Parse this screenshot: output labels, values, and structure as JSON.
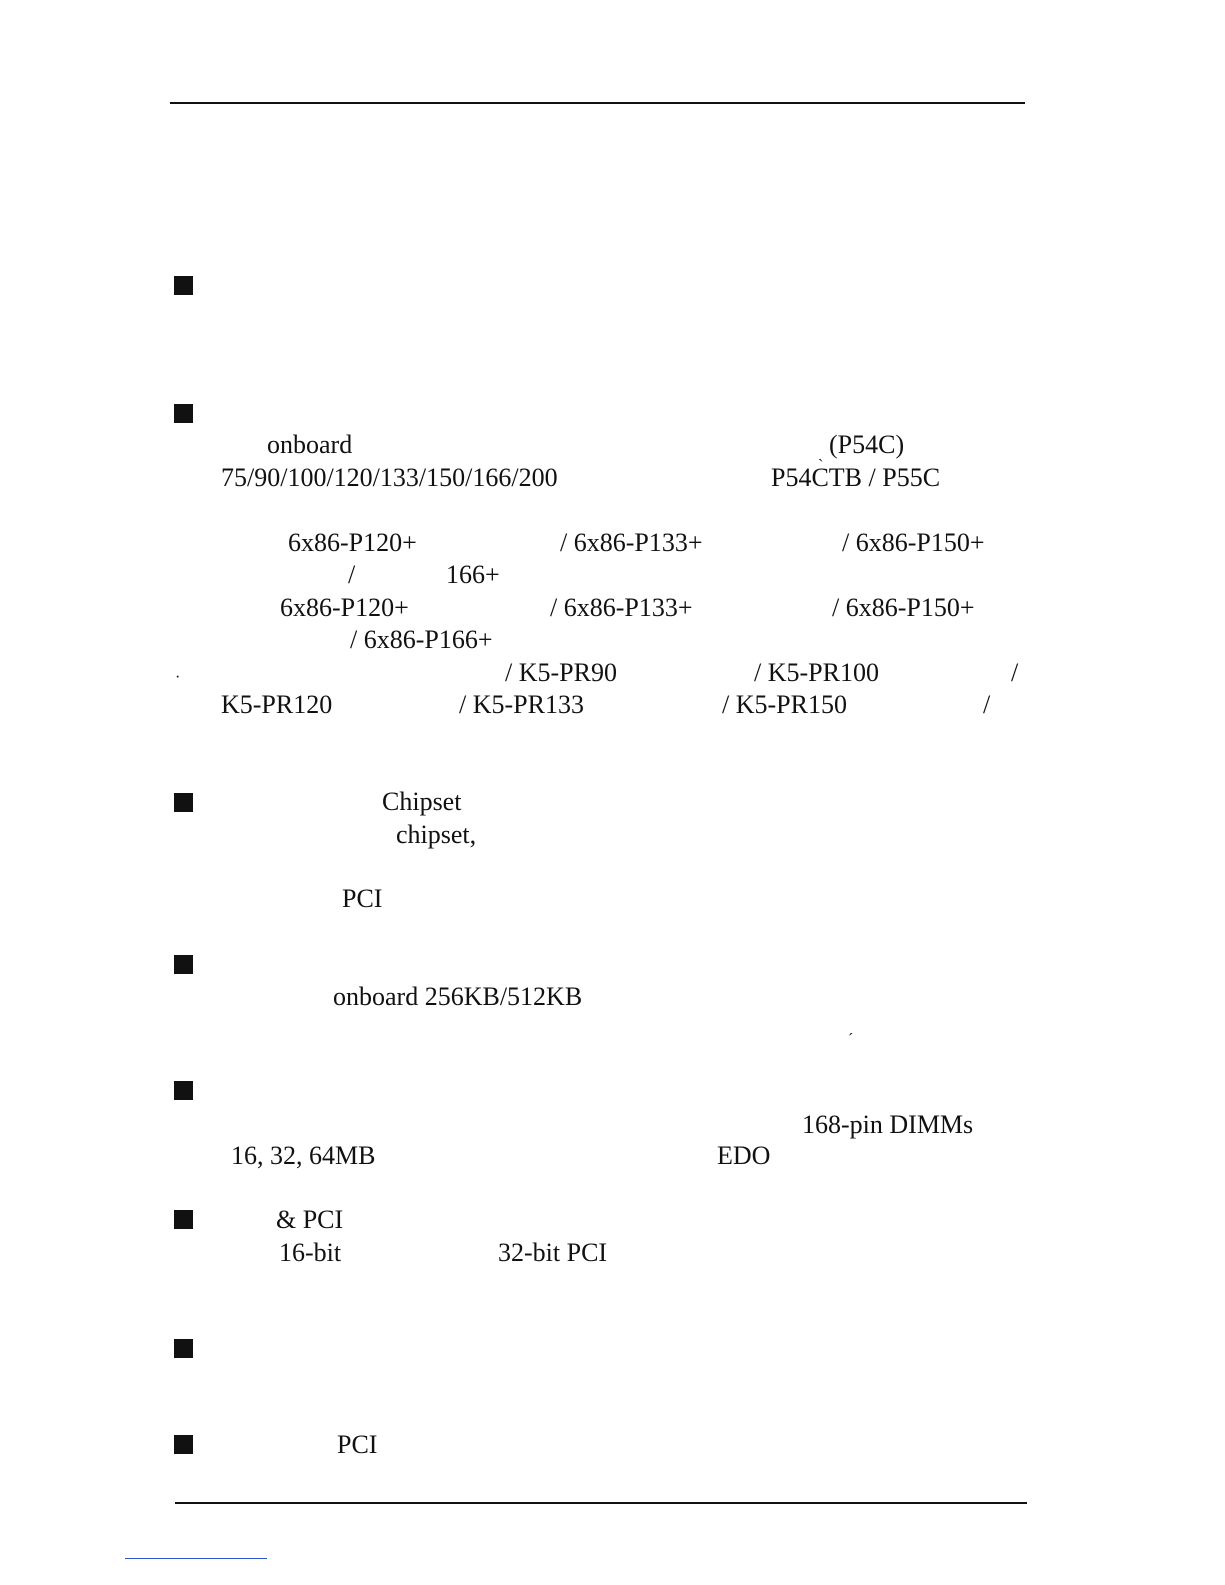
{
  "colors": {
    "text": "#111111",
    "link_underline": "#3355cc"
  },
  "bullet_icon": "square-bullet-icon",
  "sections": [
    {
      "name": "feature-1",
      "fragments": []
    },
    {
      "name": "feature-2-cpu",
      "fragments": [
        "onboard",
        "(P54C)",
        "75/90/100/120/133/150/166/200",
        "P54CTB / P55C",
        "6x86-P120+",
        "/ 6x86-P133+",
        "/ 6x86-P150+",
        "/",
        "166+",
        "6x86-P120+",
        "/ 6x86-P133+",
        "/ 6x86-P150+",
        "/ 6x86-P166+",
        "/ K5-PR90",
        "/ K5-PR100",
        "/",
        "K5-PR120",
        "/ K5-PR133",
        "/ K5-PR150",
        "/"
      ]
    },
    {
      "name": "feature-3-chipset",
      "fragments": [
        "Chipset",
        "chipset,",
        "PCI"
      ]
    },
    {
      "name": "feature-4-cache",
      "fragments": [
        "onboard 256KB/512KB"
      ]
    },
    {
      "name": "feature-5-memory",
      "fragments": [
        "168-pin DIMMs",
        "16, 32, 64MB",
        "EDO"
      ]
    },
    {
      "name": "feature-6-slots",
      "fragments": [
        "& PCI",
        "16-bit",
        "32-bit PCI"
      ]
    },
    {
      "name": "feature-7",
      "fragments": []
    },
    {
      "name": "feature-8-pci",
      "fragments": [
        "PCI"
      ]
    }
  ]
}
